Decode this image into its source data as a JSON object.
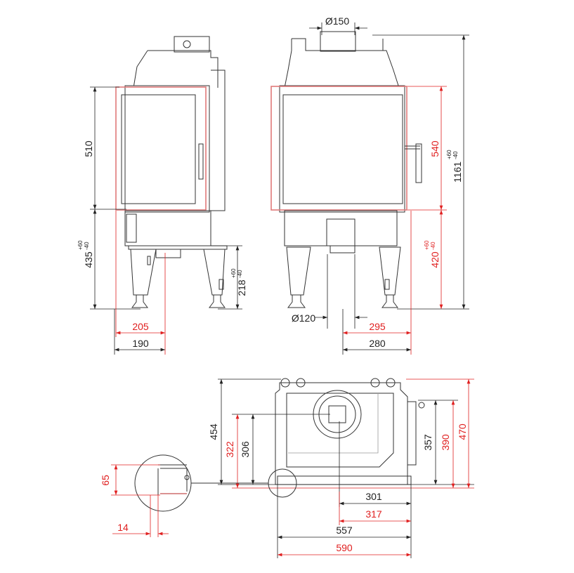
{
  "colors": {
    "black": "#222222",
    "red": "#e02020",
    "frame": "#e07a7a"
  },
  "side_view": {
    "height_glass": "510",
    "height_base": "435",
    "height_leg": "218",
    "tol_plus": "+60",
    "tol_minus": "-40",
    "width_red": "205",
    "width_black": "190"
  },
  "front_view": {
    "flue_top": "Ø150",
    "flue_bottom": "Ø120",
    "height_glass": "540",
    "height_base": "420",
    "height_total": "1161",
    "tol_plus": "+60",
    "tol_minus": "-40",
    "width_red": "295",
    "width_black": "280"
  },
  "top_view": {
    "depth_total": "454",
    "depth_red": "322",
    "depth_black": "306",
    "right_black": "357",
    "right_red": "390",
    "right_total": "470",
    "w301": "301",
    "w317": "317",
    "w557": "557",
    "w590": "590"
  },
  "detail": {
    "height": "65",
    "width": "14"
  }
}
